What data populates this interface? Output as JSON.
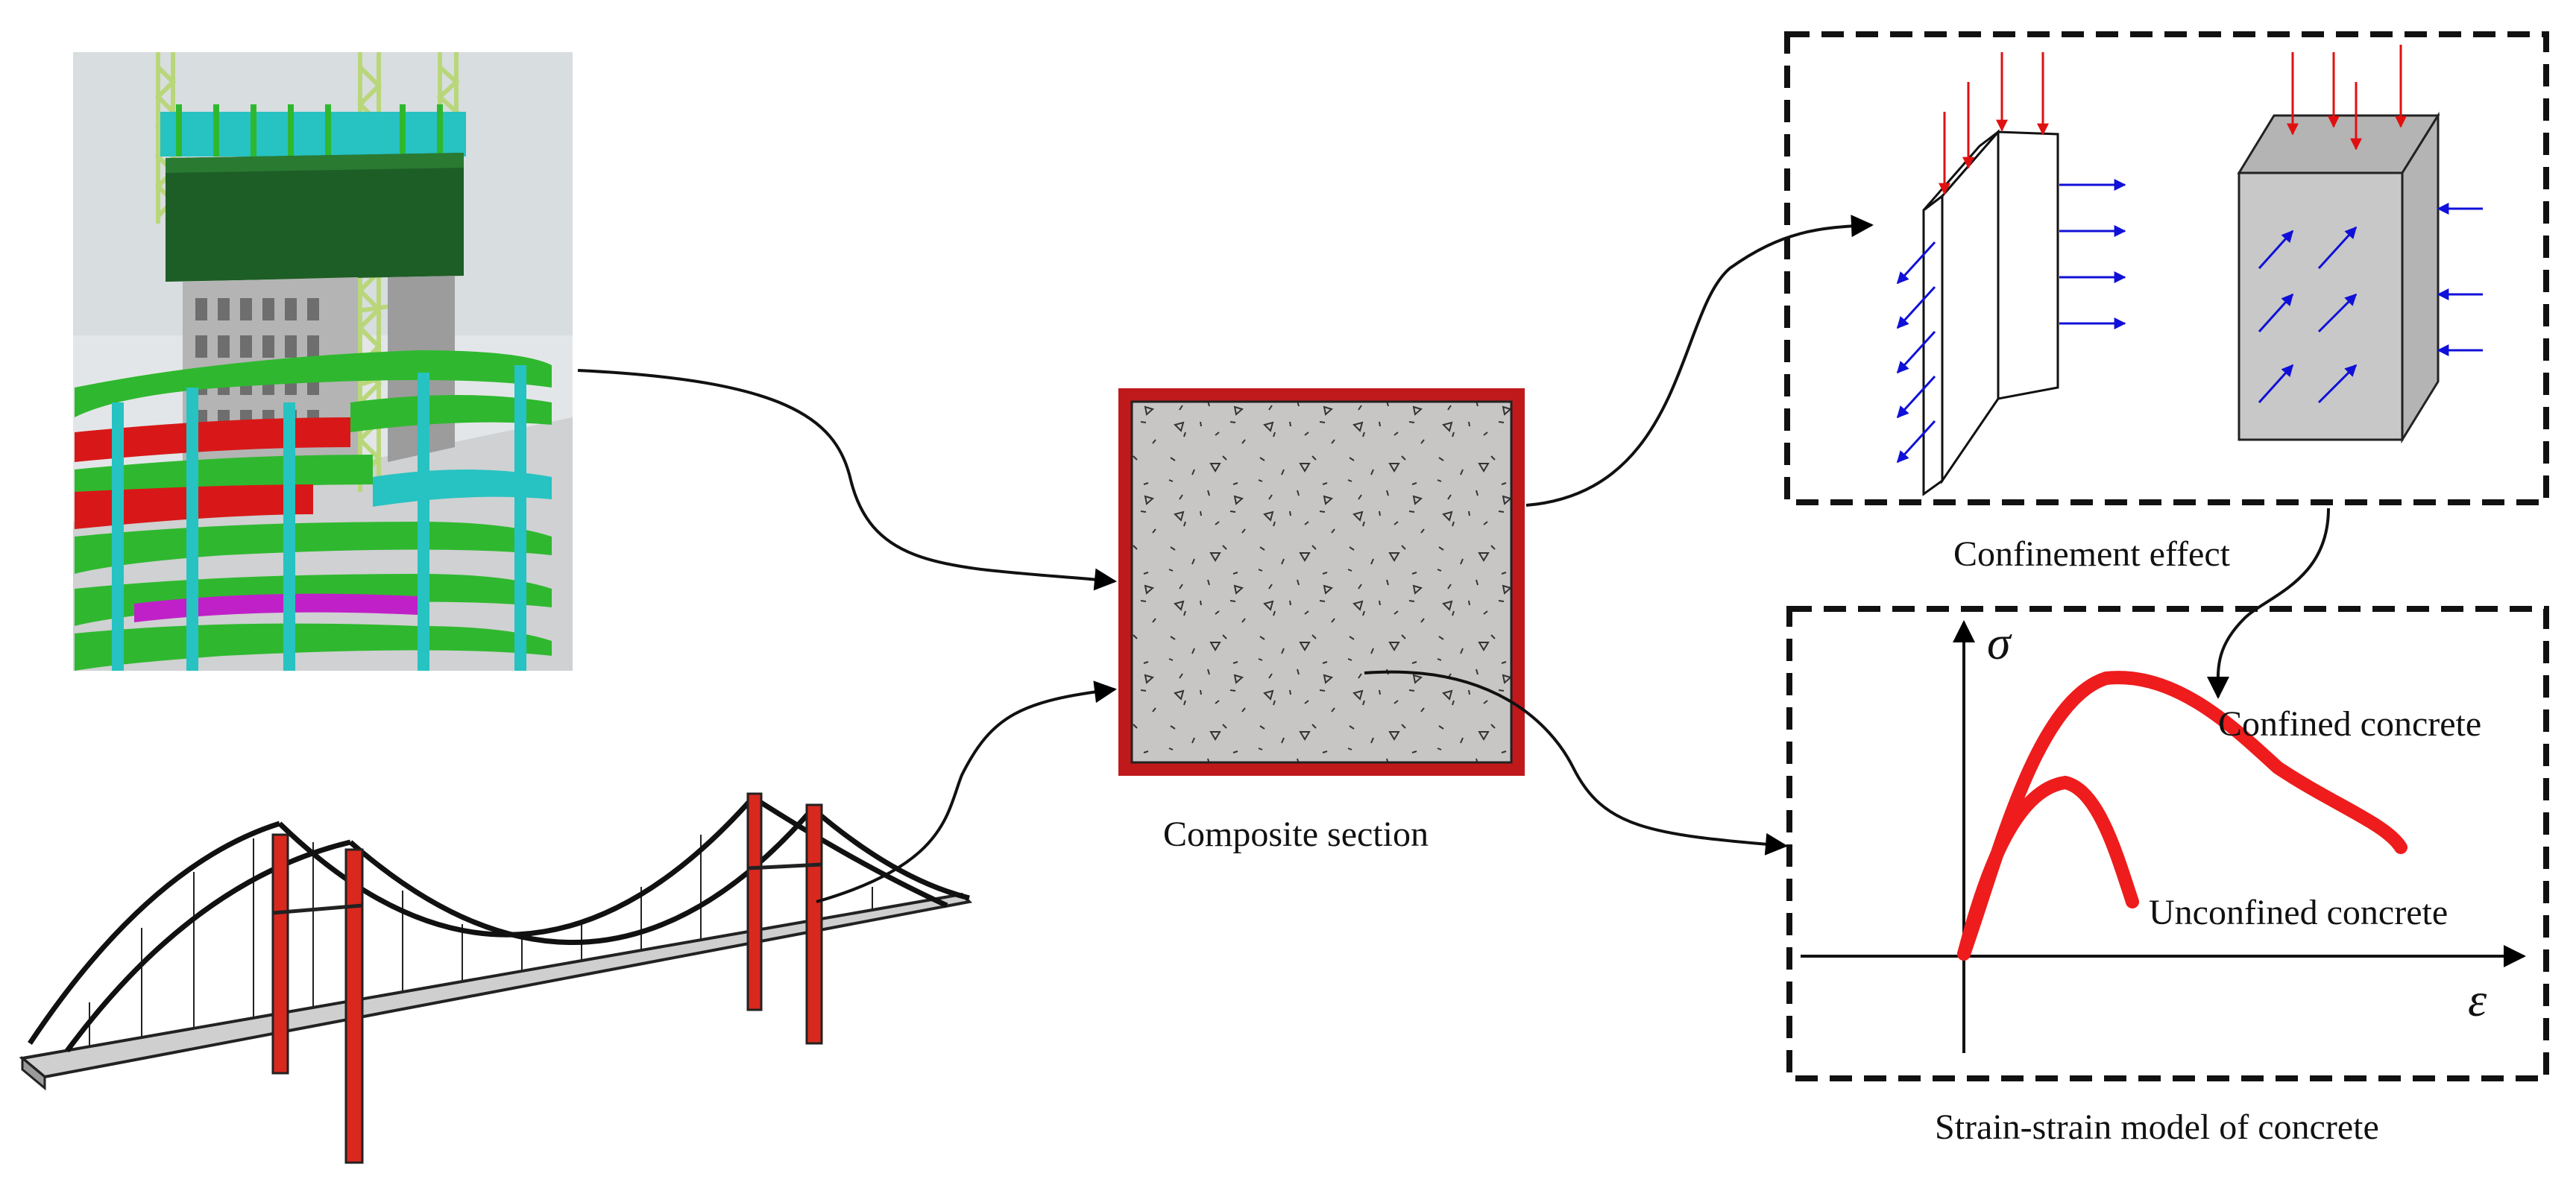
{
  "labels": {
    "composite_section": "Composite section",
    "confinement_effect": "Confinement effect",
    "stress_strain_model": "Strain-strain model of concrete",
    "confined": "Confined concrete",
    "unconfined": "Unconfined concrete",
    "sigma": "σ",
    "epsilon": "ε"
  },
  "colors": {
    "steel_red": "#c0191b",
    "curve_red": "#ee1c1c",
    "concrete_gray": "#c8c6c4",
    "load_red": "#e01010",
    "confine_blue": "#1010d8",
    "building_green": "#2fb82f",
    "building_darkgreen": "#1d5e26",
    "building_red": "#d81818",
    "building_cyan": "#27c2c2",
    "building_magenta": "#c020c8",
    "crane_yellow": "#b9d77a",
    "bridge_tower_red": "#d9281e",
    "bridge_deck": "#cfcfcf"
  },
  "icons": {
    "building": "high-rise-under-construction",
    "bridge": "suspension-bridge",
    "steel_tube_plate": "steel-tube-wall-icon",
    "concrete_block": "concrete-core-block-icon"
  }
}
